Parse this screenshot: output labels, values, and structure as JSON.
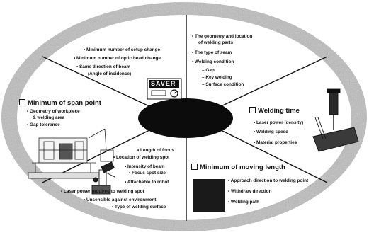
{
  "center": {
    "label": ""
  },
  "top_left": {
    "items": [
      "Minimum number of setup change",
      "Minimum number of optic head change",
      "Same direction of beam",
      "(Angle of incidence)"
    ],
    "logo_text": "SAVER"
  },
  "top_right": {
    "items": [
      "The geometry and location",
      "of welding parts",
      "The type of seam",
      "Welding condition"
    ],
    "sub_items": [
      "Gap",
      "Key welding",
      "Surface condition"
    ]
  },
  "left": {
    "title": "Minimum of span point",
    "items": [
      "Geometry of workpiece",
      "& welding area",
      "Gap tolerance"
    ]
  },
  "right": {
    "title": "Welding time",
    "items": [
      "Laser power (density)",
      "Welding speed",
      "Material properties"
    ]
  },
  "bottom_left": {
    "items": [
      "Length of focus",
      "Location of welding spot",
      "Intensity of beam",
      "Focus spot size",
      "Attachable to robot",
      "Laser power required to welding spot",
      "Unsensible against environment",
      "Type of welding surface"
    ]
  },
  "bottom_right": {
    "title": "Minimum of moving length",
    "items": [
      "Approach direction to welding point",
      "Withdraw direction",
      "Welding path"
    ]
  },
  "colors": {
    "ring": "#b9b9b9",
    "center": "#0c0c0c",
    "text": "#111111",
    "dark_block": "#1a1a1a"
  }
}
